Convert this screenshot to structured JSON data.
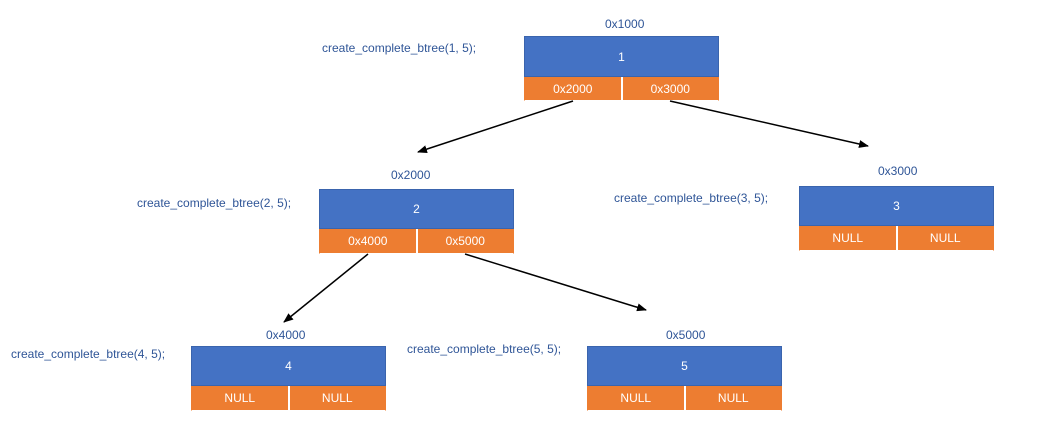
{
  "nodes": {
    "n1": {
      "address": "0x1000",
      "call": "create_complete_btree(1, 5);",
      "value": "1",
      "left": "0x2000",
      "right": "0x3000"
    },
    "n2": {
      "address": "0x2000",
      "call": "create_complete_btree(2, 5);",
      "value": "2",
      "left": "0x4000",
      "right": "0x5000"
    },
    "n3": {
      "address": "0x3000",
      "call": "create_complete_btree(3, 5);",
      "value": "3",
      "left": "NULL",
      "right": "NULL"
    },
    "n4": {
      "address": "0x4000",
      "call": "create_complete_btree(4, 5);",
      "value": "4",
      "left": "NULL",
      "right": "NULL"
    },
    "n5": {
      "address": "0x5000",
      "call": "create_complete_btree(5, 5);",
      "value": "5",
      "left": "NULL",
      "right": "NULL"
    }
  },
  "colors": {
    "value_fill": "#4472c4",
    "pointer_fill": "#ed7d31",
    "label_text": "#2f5597",
    "arrow": "#000000"
  }
}
